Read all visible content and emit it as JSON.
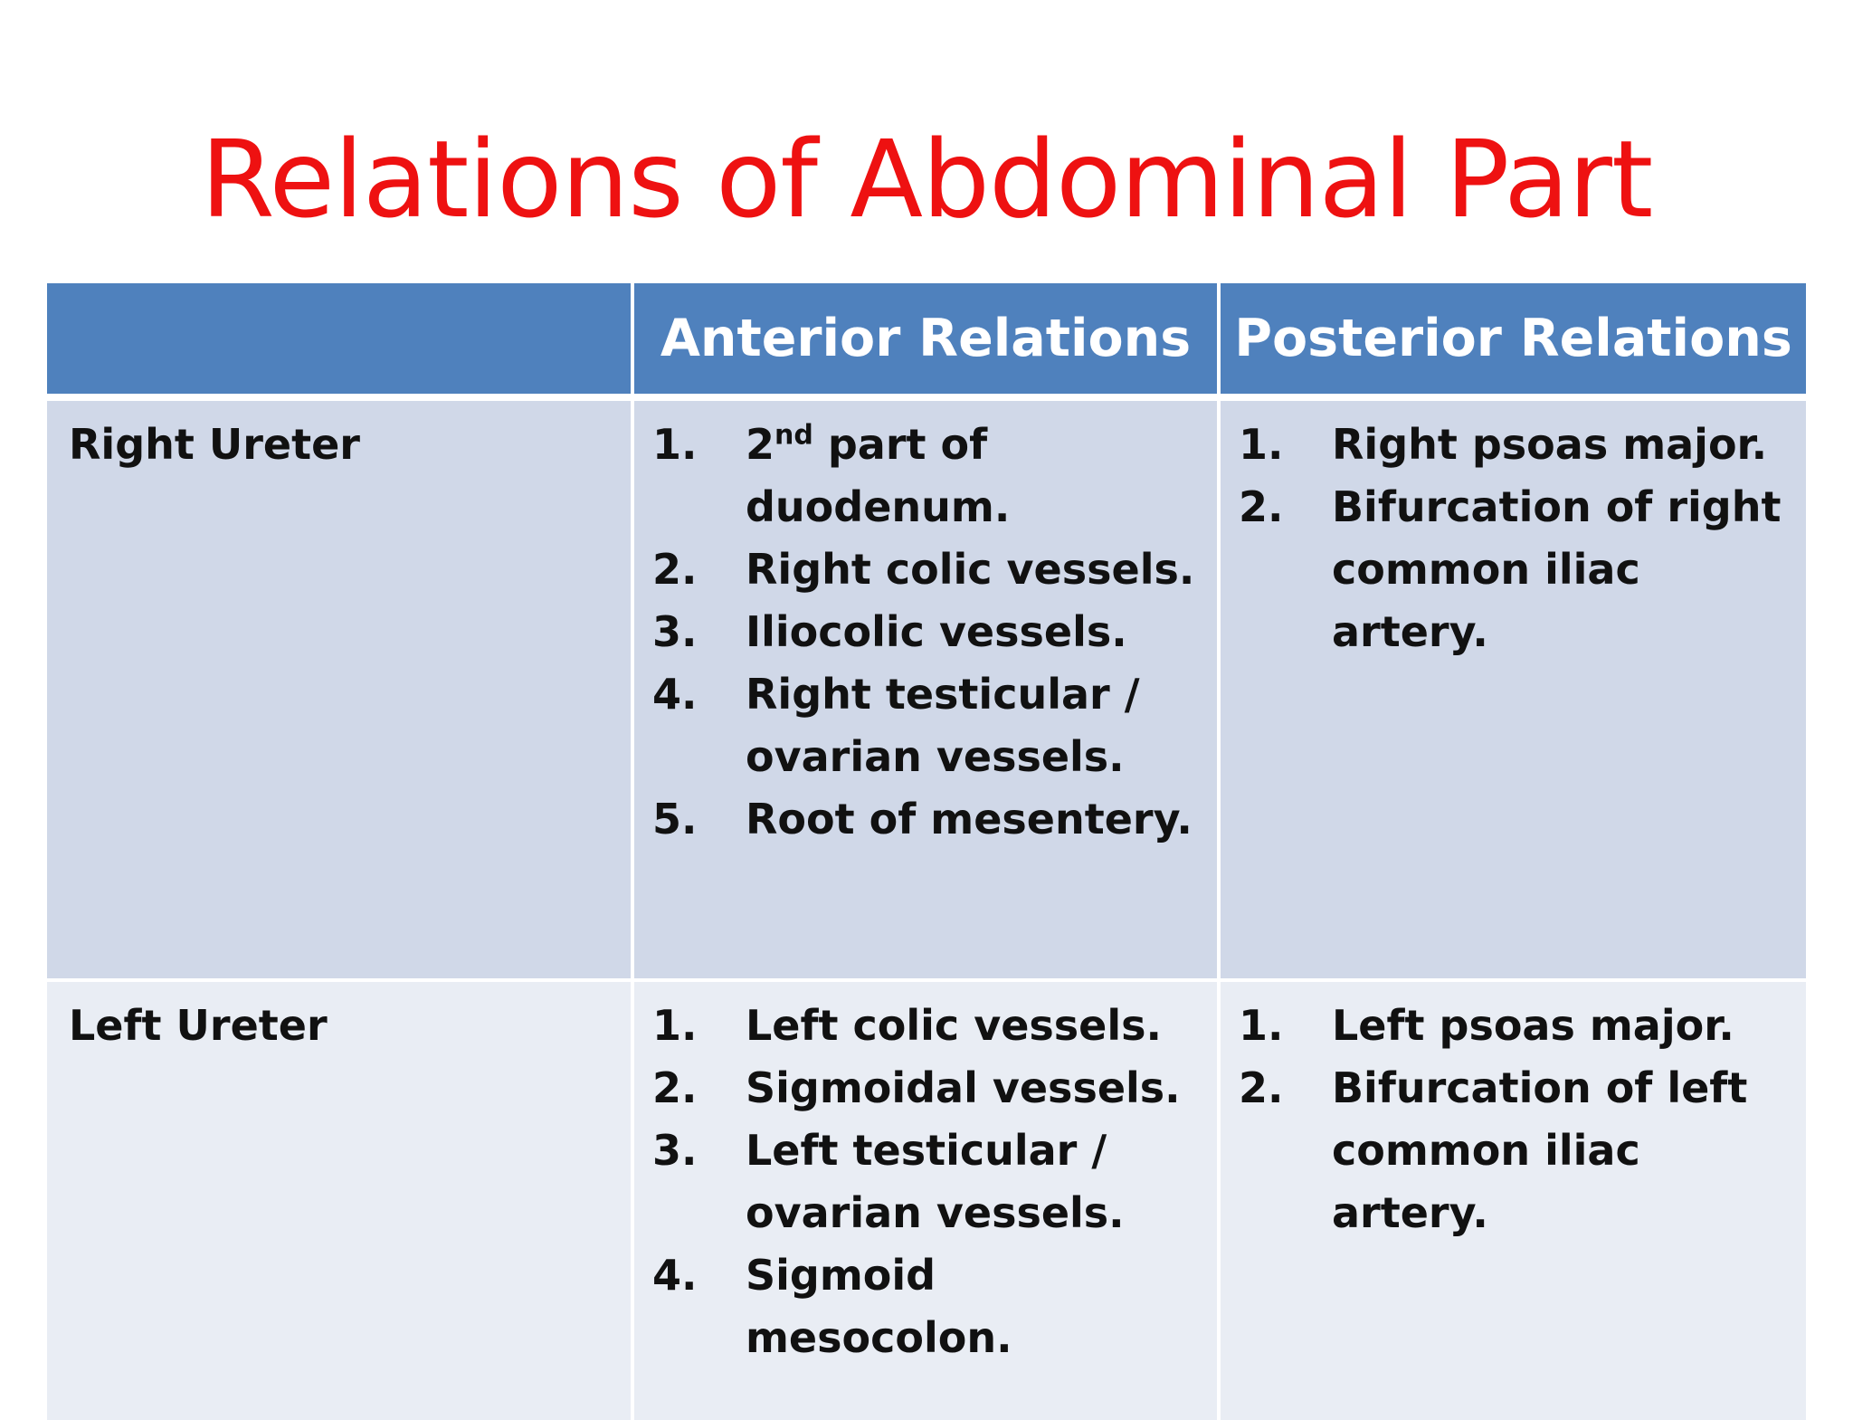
{
  "slide": {
    "title": "Relations of Abdominal Part"
  },
  "table": {
    "headers": [
      "",
      "Anterior Relations",
      "Posterior Relations"
    ],
    "rows": [
      {
        "label": "Right Ureter",
        "anterior": [
          {
            "num": "1.",
            "ordinal": "2",
            "sup": "nd",
            "rest": " part of duodenum."
          },
          {
            "num": "2.",
            "text": "Right colic vessels."
          },
          {
            "num": "3.",
            "text": "Iliocolic vessels."
          },
          {
            "num": "4.",
            "text": "Right testicular / ovarian vessels."
          },
          {
            "num": "5.",
            "text": "Root of mesentery."
          }
        ],
        "posterior": [
          {
            "num": "1.",
            "text": "Right psoas major."
          },
          {
            "num": "2.",
            "text": "Bifurcation of right common iliac artery."
          }
        ]
      },
      {
        "label": "Left Ureter",
        "anterior": [
          {
            "num": "1.",
            "text": "Left colic vessels."
          },
          {
            "num": "2.",
            "text": "Sigmoidal vessels."
          },
          {
            "num": "3.",
            "text": "Left testicular / ovarian vessels."
          },
          {
            "num": "4.",
            "text": "Sigmoid mesocolon."
          }
        ],
        "posterior": [
          {
            "num": "1.",
            "text": "Left psoas major."
          },
          {
            "num": "2.",
            "text": "Bifurcation of left common iliac artery."
          }
        ]
      }
    ]
  },
  "colors": {
    "title": "#ee1111",
    "header_bg": "#4f81bd",
    "row1_bg": "#d0d8e8",
    "row2_bg": "#e9edf4"
  }
}
